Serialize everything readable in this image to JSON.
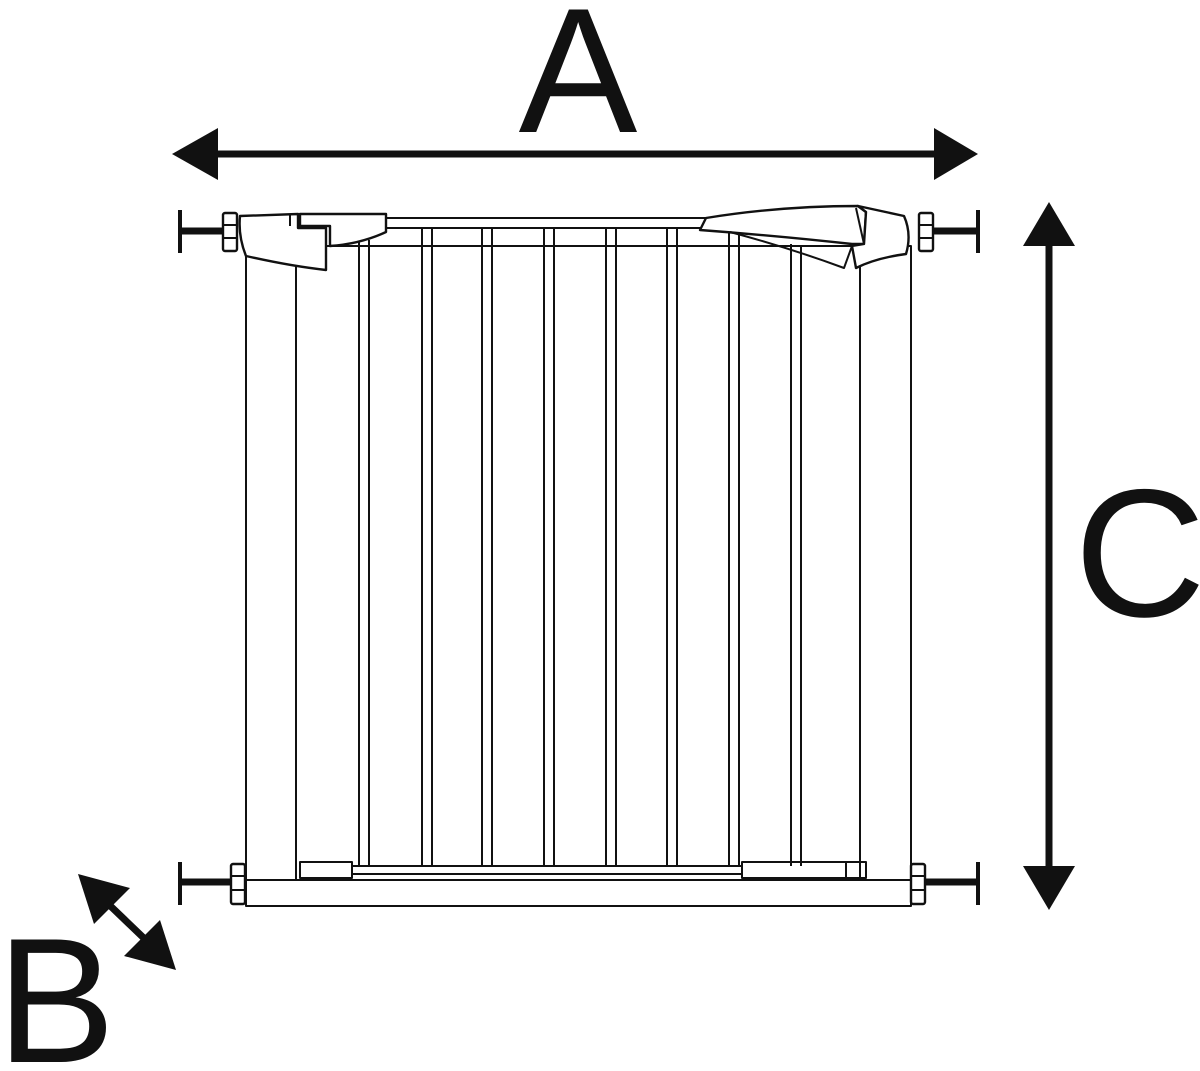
{
  "labels": {
    "width": "A",
    "depth": "B",
    "height": "C"
  },
  "colors": {
    "ink": "#111111",
    "background": "#ffffff"
  }
}
